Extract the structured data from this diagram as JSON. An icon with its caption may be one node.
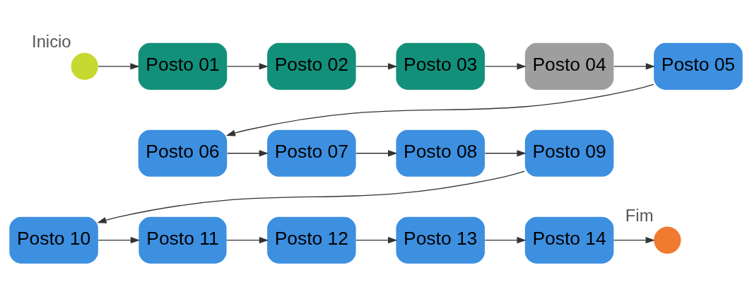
{
  "diagram": {
    "nodes": [
      {
        "text": [],
        "shape": "circle",
        "beside": [
          "Inicio"
        ]
      },
      {
        "text": [
          "Posto 01"
        ]
      },
      {
        "text": [
          "Posto 02"
        ]
      },
      {
        "text": [
          "Posto 03"
        ]
      },
      {
        "text": [
          "Posto 04"
        ]
      },
      {
        "text": [
          "Posto 05"
        ]
      },
      {
        "text": [
          "Posto 06"
        ]
      },
      {
        "text": [
          "Posto 07"
        ]
      },
      {
        "text": [
          "Posto 08"
        ]
      },
      {
        "text": [
          "Posto 09"
        ]
      },
      {
        "text": [
          "Posto 10"
        ]
      },
      {
        "text": [
          "Posto 11"
        ]
      },
      {
        "text": [
          "Posto 12"
        ]
      },
      {
        "text": [
          "Posto 13"
        ]
      },
      {
        "text": [
          "Posto 14"
        ]
      },
      {
        "text": [],
        "shape": "circle",
        "beside": [
          "Fim"
        ]
      }
    ],
    "edges": [
      {
        "from": 0,
        "to": 1,
        "arrow": "to"
      },
      {
        "from": 1,
        "to": 2,
        "arrow": "to"
      },
      {
        "from": 2,
        "to": 3,
        "arrow": "to"
      },
      {
        "from": 3,
        "to": 4,
        "arrow": "to"
      },
      {
        "from": 4,
        "to": 5,
        "arrow": "to"
      },
      {
        "from": 5,
        "to": 6,
        "arrow": "to"
      },
      {
        "from": 6,
        "to": 7,
        "arrow": "to"
      },
      {
        "from": 7,
        "to": 8,
        "arrow": "to"
      },
      {
        "from": 8,
        "to": 9,
        "arrow": "to"
      },
      {
        "from": 9,
        "to": 10,
        "arrow": "to"
      },
      {
        "from": 10,
        "to": 11,
        "arrow": "to"
      },
      {
        "from": 11,
        "to": 12,
        "arrow": "to"
      },
      {
        "from": 12,
        "to": 13,
        "arrow": "to"
      },
      {
        "from": 13,
        "to": 14,
        "arrow": "to"
      },
      {
        "from": 14,
        "to": 15,
        "arrow": "to"
      }
    ]
  }
}
